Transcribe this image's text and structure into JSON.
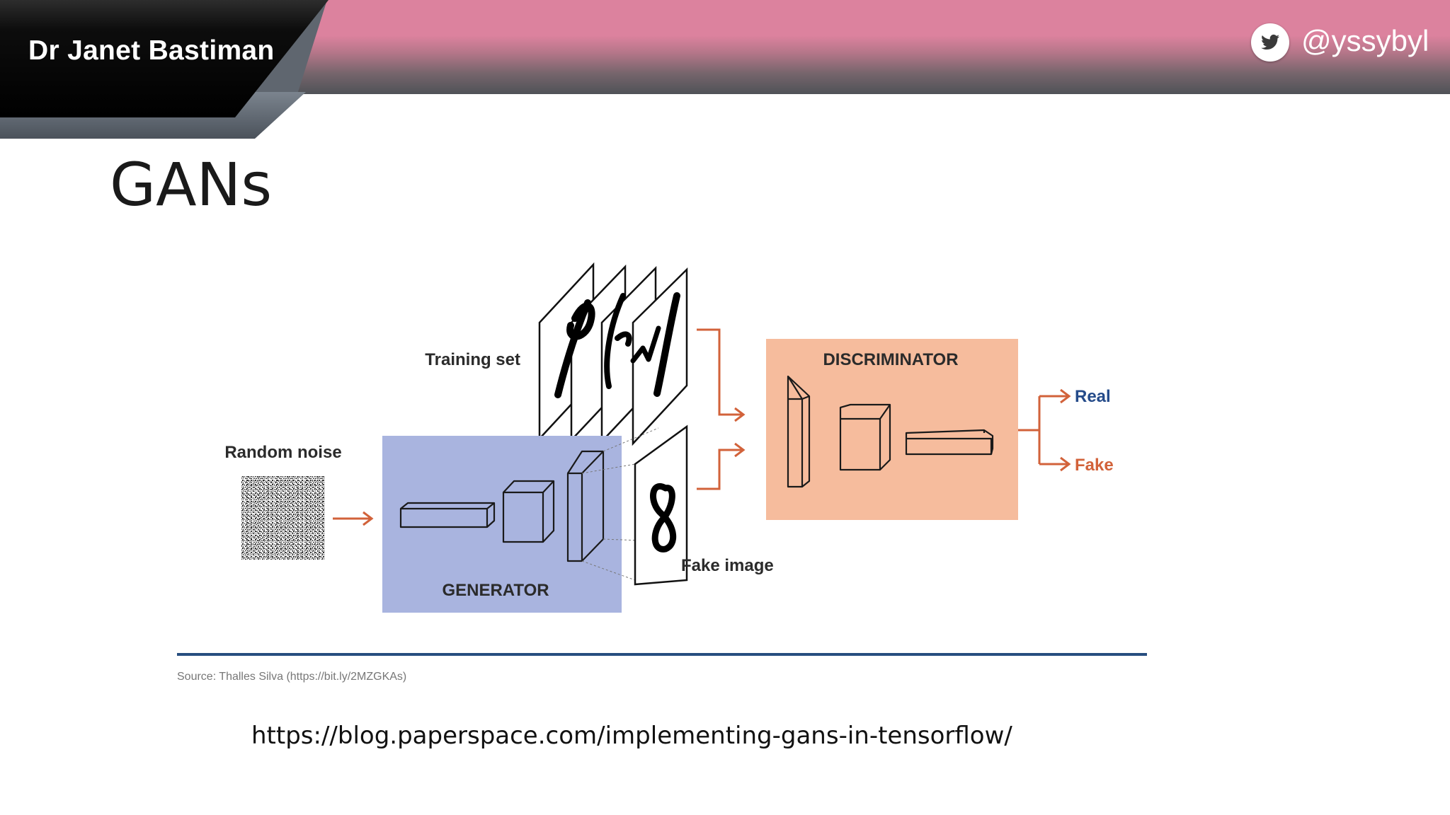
{
  "header": {
    "author": "Dr Janet Bastiman",
    "twitter_icon": "twitter-bird-icon",
    "handle": "@yssybyl"
  },
  "slide": {
    "title": "GANs",
    "url": "https://blog.paperspace.com/implementing-gans-in-tensorflow/"
  },
  "diagram": {
    "training_set_label": "Training set",
    "random_noise_label": "Random noise",
    "generator_label": "GENERATOR",
    "fake_image_label": "Fake image",
    "discriminator_label": "DISCRIMINATOR",
    "real_label": "Real",
    "fake_label": "Fake",
    "source_caption": "Source: Thalles Silva (https://bit.ly/2MZGKAs)",
    "colors": {
      "generator_fill": "#a9b4df",
      "discriminator_fill": "#f6bc9d",
      "arrow": "#d2623a",
      "output_text": "#254b8a",
      "rule": "#274e7f"
    }
  }
}
